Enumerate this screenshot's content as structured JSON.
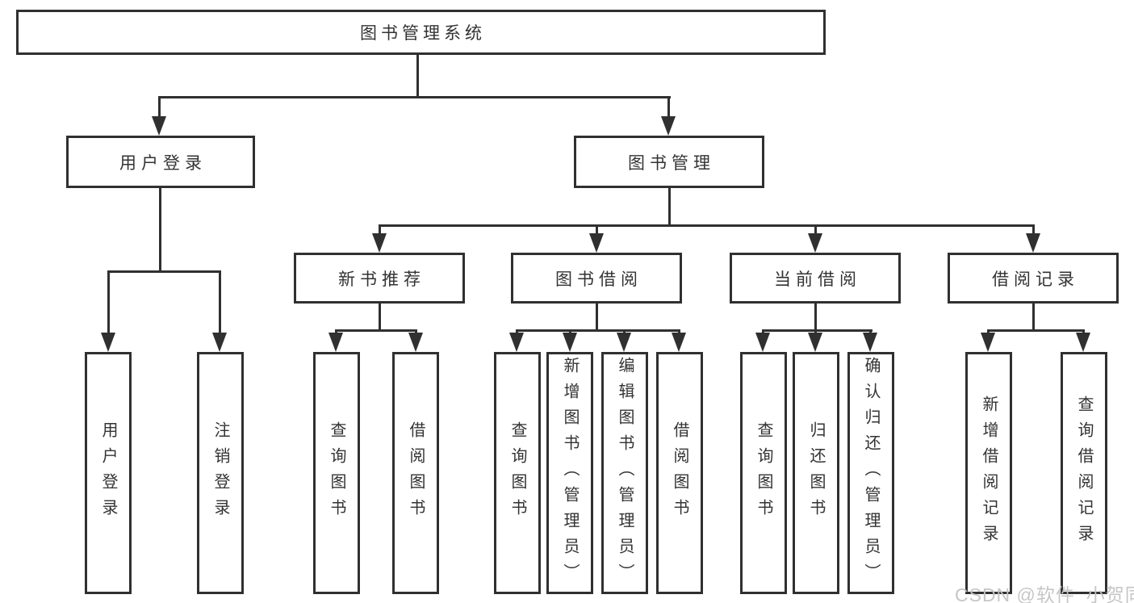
{
  "diagram": {
    "root_label": "图书管理系统",
    "branches": [
      {
        "label": "用户登录",
        "children": [
          "用户登录",
          "注销登录"
        ]
      },
      {
        "label": "图书管理",
        "sections": [
          {
            "label": "新书推荐",
            "children": [
              "查询图书",
              "借阅图书"
            ]
          },
          {
            "label": "图书借阅",
            "children": [
              "查询图书",
              "新增图书（管理员）",
              "编辑图书（管理员）",
              "借阅图书"
            ]
          },
          {
            "label": "当前借阅",
            "children": [
              "查询图书",
              "归还图书",
              "确认归还（管理员）"
            ]
          },
          {
            "label": "借阅记录",
            "children": [
              "新增借阅记录",
              "查询借阅记录"
            ]
          }
        ]
      }
    ]
  },
  "watermark": {
    "text": "CSDN @软件_小贺同学"
  },
  "colors": {
    "line": "#303030",
    "text": "#333333",
    "watermark": "#c3c3c3",
    "background": "#ffffff"
  }
}
